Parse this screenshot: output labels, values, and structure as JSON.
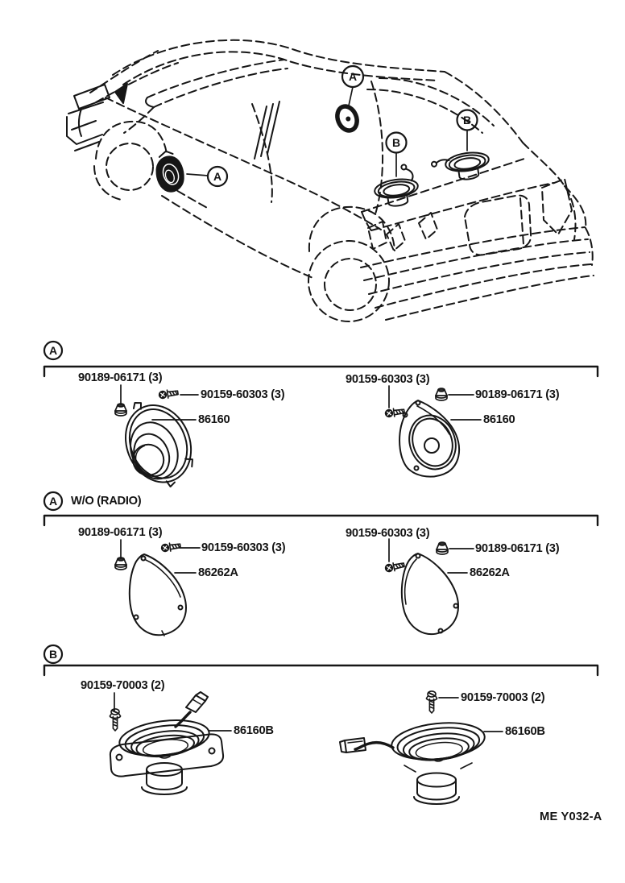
{
  "page": {
    "background": "#ffffff",
    "ink": "#161616"
  },
  "car_figure": {
    "callouts": [
      {
        "letter": "A"
      },
      {
        "letter": "A"
      },
      {
        "letter": "B"
      },
      {
        "letter": "B"
      }
    ]
  },
  "sections": [
    {
      "letter": "A",
      "left_assembly": {
        "fasteners": [
          "90189-06171 (3)",
          "90159-60303 (3)"
        ],
        "part_number": "86160"
      },
      "right_assembly": {
        "fasteners": [
          "90159-60303 (3)",
          "90189-06171 (3)"
        ],
        "part_number": "86160"
      }
    },
    {
      "letter": "A",
      "variant_note": "W/O (RADIO)",
      "left_assembly": {
        "fasteners": [
          "90189-06171 (3)",
          "90159-60303 (3)"
        ],
        "part_number": "86262A"
      },
      "right_assembly": {
        "fasteners": [
          "90159-60303 (3)",
          "90189-06171 (3)"
        ],
        "part_number": "86262A"
      }
    },
    {
      "letter": "B",
      "left_assembly": {
        "fasteners": [
          "90159-70003 (2)"
        ],
        "part_number": "86160B"
      },
      "right_assembly": {
        "fasteners": [
          "90159-70003 (2)"
        ],
        "part_number": "86160B"
      }
    }
  ],
  "footer": {
    "drawing_code": "ME Y032-A"
  }
}
